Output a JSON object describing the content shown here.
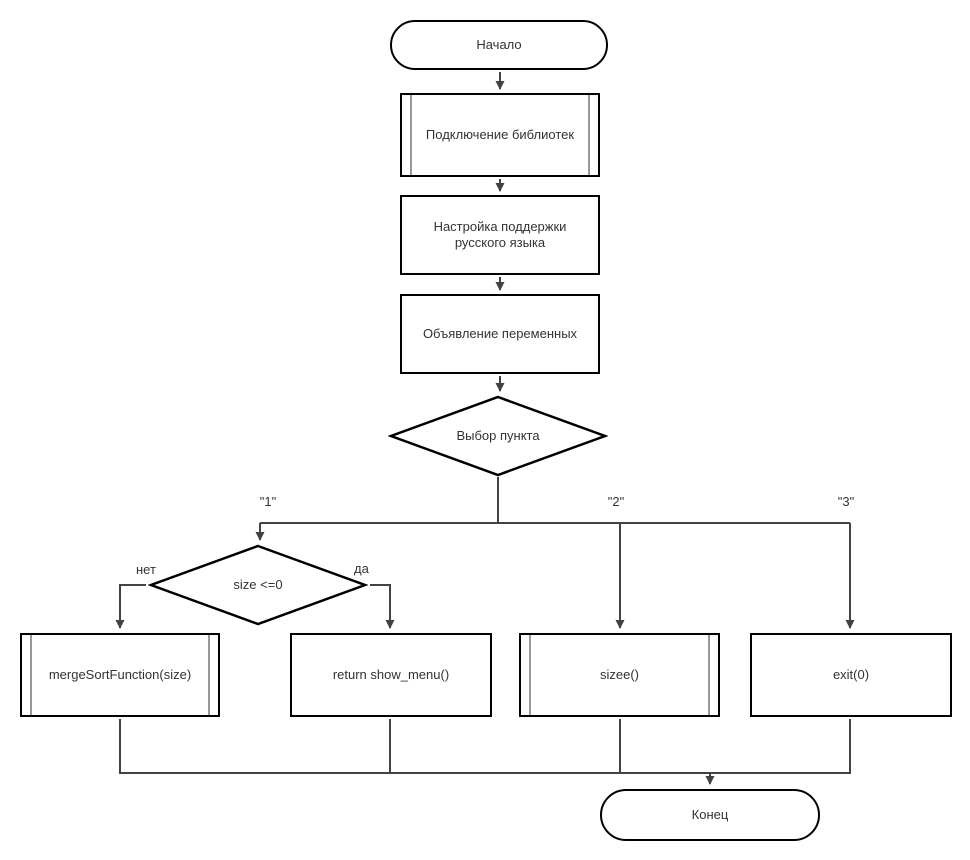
{
  "diagram": {
    "title": "flowchart",
    "nodes": {
      "start": {
        "type": "terminator",
        "label": "Начало"
      },
      "include_libs": {
        "type": "predefined-process",
        "label": "Подключение библиотек"
      },
      "setup_russian": {
        "type": "process",
        "label": "Настройка поддержки русского языка"
      },
      "declare_vars": {
        "type": "process",
        "label": "Объявление переменных"
      },
      "choice": {
        "type": "decision",
        "label": "Выбор пункта"
      },
      "size_check": {
        "type": "decision",
        "label": "size <=0"
      },
      "merge_sort": {
        "type": "predefined-process",
        "label": "mergeSortFunction(size)"
      },
      "return_menu": {
        "type": "process",
        "label": "return show_menu()"
      },
      "sizee": {
        "type": "predefined-process",
        "label": "sizee()"
      },
      "exit_call": {
        "type": "process",
        "label": "exit(0)"
      },
      "end": {
        "type": "terminator",
        "label": "Конец"
      }
    },
    "edge_labels": {
      "case1": "\"1\"",
      "case2": "\"2\"",
      "case3": "\"3\"",
      "no": "нет",
      "yes": "да"
    },
    "colors": {
      "shape_stroke": "#000000",
      "connector": "#424242",
      "predefined_inner_line": "#999999",
      "text": "#333333",
      "background": "#ffffff"
    }
  }
}
